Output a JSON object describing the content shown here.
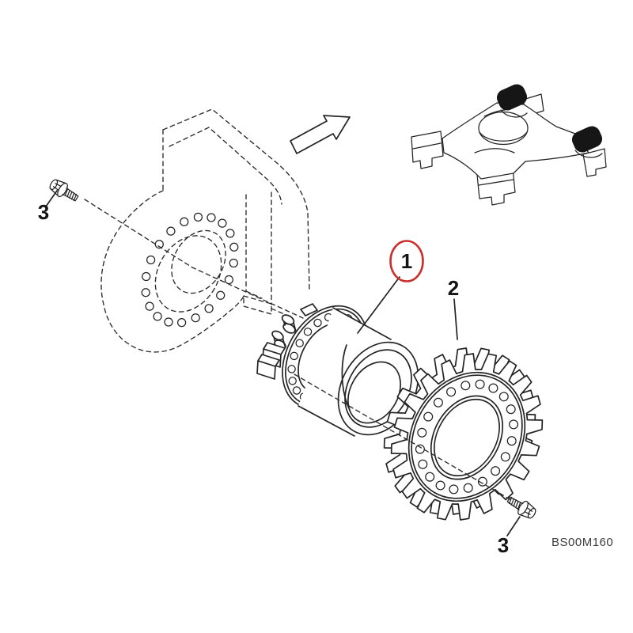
{
  "diagram": {
    "figure_code": "BS00M160",
    "callouts": {
      "part1": {
        "label": "1",
        "highlighted": true
      },
      "part2": {
        "label": "2"
      },
      "part3_top": {
        "label": "3"
      },
      "part3_bottom": {
        "label": "3"
      }
    },
    "colors": {
      "background": "#ffffff",
      "line": "#242424",
      "callout_circle": "#c9302c",
      "locator_highlight": "#161616"
    },
    "icons": {
      "direction_arrow": "block-arrow-up-right",
      "machine_locator": "excavator-undercarriage-travel-motors-highlighted",
      "part1_drawing": "final-drive-travel-motor",
      "part2_drawing": "drive-sprocket",
      "part3_drawing": "flanged-hex-bolt",
      "housing_drawing": "track-frame-mount-hidden-outline"
    }
  }
}
